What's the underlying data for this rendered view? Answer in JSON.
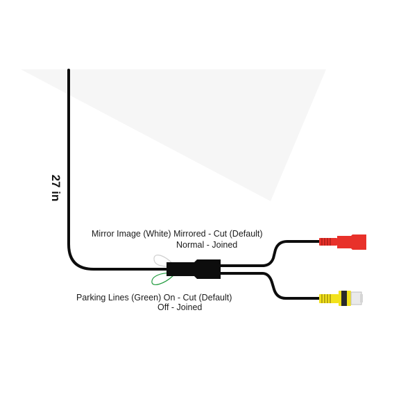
{
  "cable": {
    "length_label": "27 in"
  },
  "mirror": {
    "title": "Mirror Image (White) Mirrored - Cut (Default)",
    "joined": "Normal - Joined",
    "wire_color": "#cfcfcf"
  },
  "parking": {
    "title": "Parking Lines (Green) On - Cut (Default)",
    "joined": "Off - Joined",
    "wire_color": "#1e9a3c"
  },
  "connectors": {
    "power_color": "#e8312a",
    "video_color": "#f2e21c"
  }
}
